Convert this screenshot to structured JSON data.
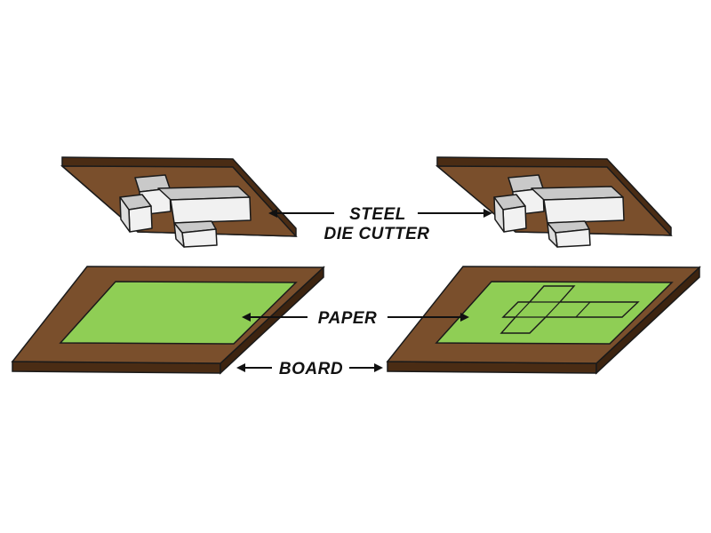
{
  "labels": {
    "steel_line1": "STEEL",
    "steel_line2": "DIE CUTTER",
    "paper": "PAPER",
    "board": "BOARD"
  },
  "colors": {
    "board_top": "#7a4f2c",
    "board_side": "#4a2c14",
    "paper": "#8fce55",
    "die": "#f1f1f1",
    "die_shade": "#c9c9c9",
    "outline": "#1a1a1a"
  }
}
